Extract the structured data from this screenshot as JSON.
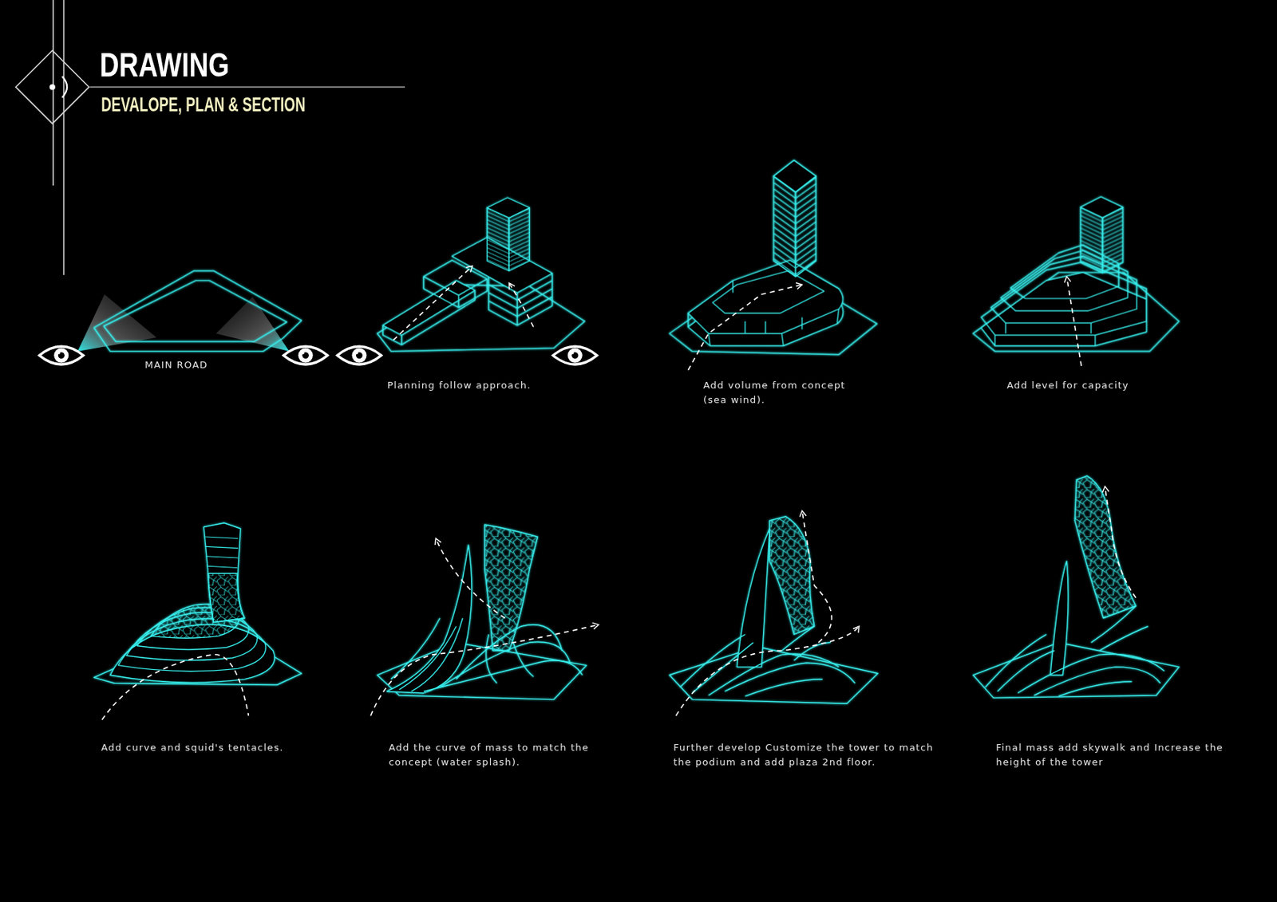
{
  "diagram": {
    "title": "DRAWING",
    "labels": [
      "DEVALOPE, PLAN & SECTION",
      "MAIN ROAD",
      "Planning follow approach.",
      "Add volume from concept (sea wind).",
      "Add level for capacity",
      "Add curve and squid's tentacles.",
      "Add the curve of mass to match the concept (water splash).",
      "Further develop Customize the tower to match the podium and add plaza 2nd floor.",
      "Final mass add skywalk and Increase the height of the tower"
    ]
  }
}
